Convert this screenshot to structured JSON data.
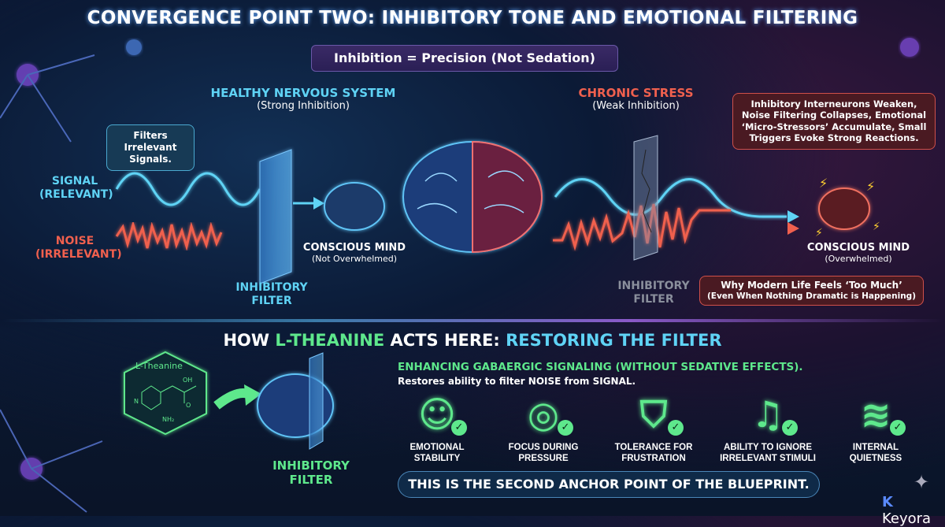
{
  "title": "CONVERGENCE POINT TWO: INHIBITORY TONE AND EMOTIONAL FILTERING",
  "subtitle": "Inhibition = Precision (Not Sedation)",
  "healthy": {
    "heading": "HEALTHY NERVOUS SYSTEM",
    "sub": "(Strong Inhibition)",
    "bubble": "Filters Irrelevant Signals.",
    "signal": [
      "SIGNAL",
      "(RELEVANT)"
    ],
    "noise": [
      "NOISE",
      "(IRRELEVANT)"
    ],
    "filter": [
      "INHIBITORY",
      "FILTER"
    ],
    "mind": "CONSCIOUS MIND",
    "mind_sub": "(Not Overwhelmed)"
  },
  "stress": {
    "heading": "CHRONIC STRESS",
    "sub": "(Weak Inhibition)",
    "bubble": "Inhibitory Interneurons Weaken, Noise Filtering Collapses, Emotional ‘Micro-Stressors’ Accumulate, Small Triggers Evoke Strong Reactions.",
    "filter": [
      "INHIBITORY",
      "FILTER"
    ],
    "mind": "CONSCIOUS MIND",
    "mind_sub": "(Overwhelmed)",
    "note": "Why Modern Life Feels ‘Too Much’",
    "note_sub": "(Even When Nothing Dramatic is Happening)"
  },
  "bottom": {
    "heading_a": "HOW ",
    "heading_b": "L-THEANINE",
    "heading_c": " ACTS HERE: ",
    "heading_d": "RESTORING THE FILTER",
    "molecule": "L-Theanine",
    "mol_oh": "OH",
    "mol_o": "O",
    "mol_nh2": "NH₂",
    "mol_n": "N",
    "filter": [
      "INHIBITORY",
      "FILTER"
    ],
    "enhancing": "ENHANCING GABAERGIC SIGNALING (WITHOUT SEDATIVE EFFECTS).",
    "restores": "Restores ability to filter NOISE from SIGNAL.",
    "benefits": [
      {
        "icon": "smiley-face-icon",
        "label": [
          "EMOTIONAL",
          "STABILITY"
        ]
      },
      {
        "icon": "target-icon",
        "label": [
          "FOCUS DURING",
          "PRESSURE"
        ]
      },
      {
        "icon": "shield-check-icon",
        "label": [
          "TOLERANCE FOR",
          "FRUSTRATION"
        ]
      },
      {
        "icon": "headphones-icon",
        "label": [
          "ABILITY TO IGNORE",
          "IRRELEVANT STIMULI"
        ]
      },
      {
        "icon": "waves-icon",
        "label": [
          "INTERNAL",
          "QUIETNESS"
        ]
      }
    ],
    "banner": "THIS IS THE SECOND ANCHOR POINT OF THE BLUEPRINT."
  },
  "logo": "Keyora",
  "colors": {
    "signal": "#5fd3f5",
    "noise": "#f0604e",
    "green": "#5ee88c"
  }
}
